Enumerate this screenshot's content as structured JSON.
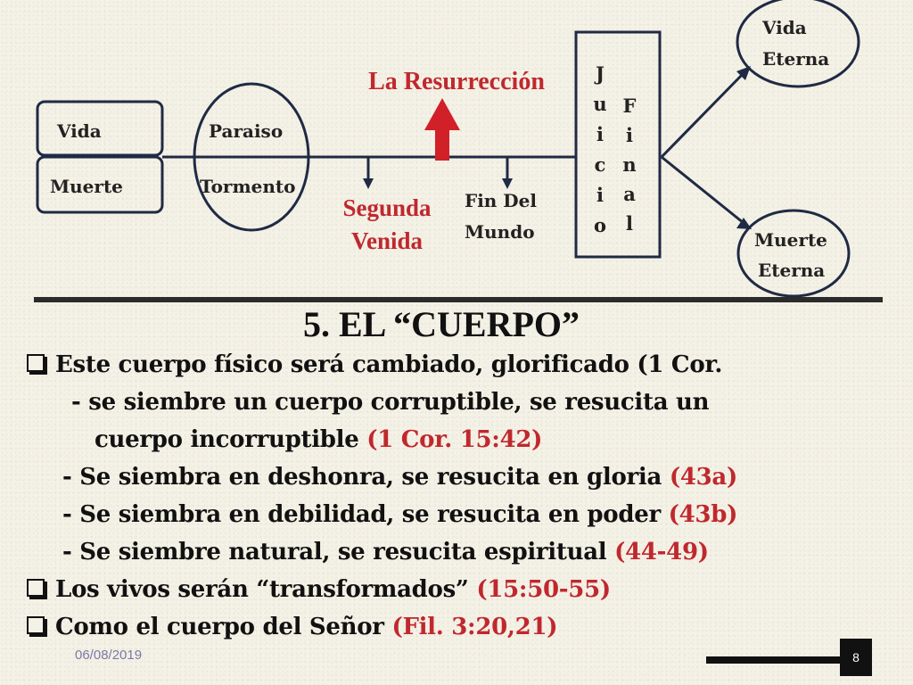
{
  "diagram": {
    "vida": "Vida",
    "muerte": "Muerte",
    "paraiso": "Paraiso",
    "tormento": "Tormento",
    "resurreccion": "La Resurrección",
    "segunda_line1": "Segunda",
    "segunda_line2": "Venida",
    "fin_line1": "Fin Del",
    "fin_line2": "Mundo",
    "juicio_letters": [
      "J",
      "u",
      "i",
      "c",
      "i",
      "o"
    ],
    "final_letters": [
      "F",
      "i",
      "n",
      "a",
      "l"
    ],
    "vida_eterna_line1": "Vida",
    "vida_eterna_line2": "Eterna",
    "muerte_eterna_line1": "Muerte",
    "muerte_eterna_line2": "Eterna",
    "colors": {
      "accent_red": "#c0282e",
      "line_dark": "#1f2a44"
    }
  },
  "content": {
    "title": "5.  EL “CUERPO”",
    "b1_text": "Este cuerpo físico será cambiado, glorificado (1 Cor.",
    "l2": "- se siembre un cuerpo corruptible, se resucita un",
    "l3_text": "cuerpo incorruptible ",
    "l3_ref": "(1 Cor. 15:42)",
    "l4_text": "-  Se siembra en deshonra, se resucita en gloria ",
    "l4_ref": "(43a)",
    "l5_text": "-  Se siembra en debilidad, se resucita en poder ",
    "l5_ref": "(43b)",
    "l6_text": "-  Se siembre natural, se resucita espiritual ",
    "l6_ref": "(44-49)",
    "b2_text": "Los vivos serán “transformados” ",
    "b2_ref": "(15:50-55)",
    "b3_text": "Como el cuerpo del Señor ",
    "b3_ref": "(Fil. 3:20,21)"
  },
  "footer": {
    "date": "06/08/2019",
    "page": "8"
  }
}
